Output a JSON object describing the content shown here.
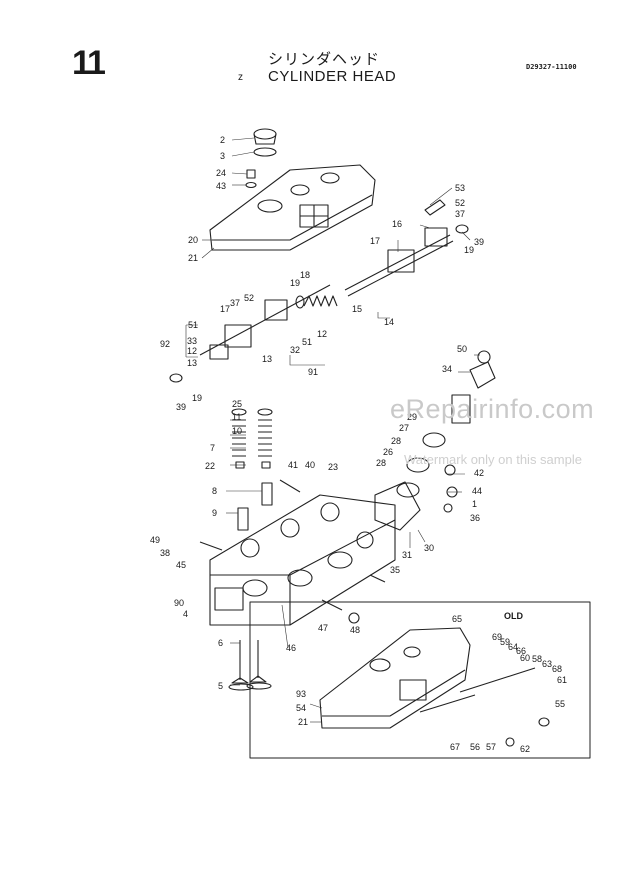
{
  "page_number": "11",
  "title_jp": "シリンダヘッド",
  "title_en": "CYLINDER HEAD",
  "title_marker": "z",
  "doc_number": "D29327-11100",
  "watermark_main": "eRepairinfo.com",
  "watermark_sub": "Watermark only on this sample",
  "old_label": "OLD",
  "part_labels": [
    "2",
    "3",
    "24",
    "43",
    "20",
    "21",
    "53",
    "52",
    "37",
    "16",
    "39",
    "19",
    "17",
    "18",
    "19",
    "15",
    "14",
    "17",
    "37",
    "52",
    "51",
    "33",
    "12",
    "13",
    "92",
    "12",
    "32",
    "51",
    "13",
    "91",
    "19",
    "39",
    "50",
    "34",
    "25",
    "11",
    "10",
    "7",
    "22",
    "29",
    "27",
    "28",
    "26",
    "28",
    "42",
    "44",
    "1",
    "36",
    "8",
    "41",
    "40",
    "23",
    "9",
    "49",
    "38",
    "45",
    "31",
    "30",
    "35",
    "90",
    "4",
    "47",
    "48",
    "46",
    "6",
    "5",
    "65",
    "69",
    "59",
    "64",
    "66",
    "60",
    "58",
    "63",
    "68",
    "61",
    "93",
    "54",
    "21",
    "55",
    "67",
    "56",
    "57",
    "62"
  ]
}
